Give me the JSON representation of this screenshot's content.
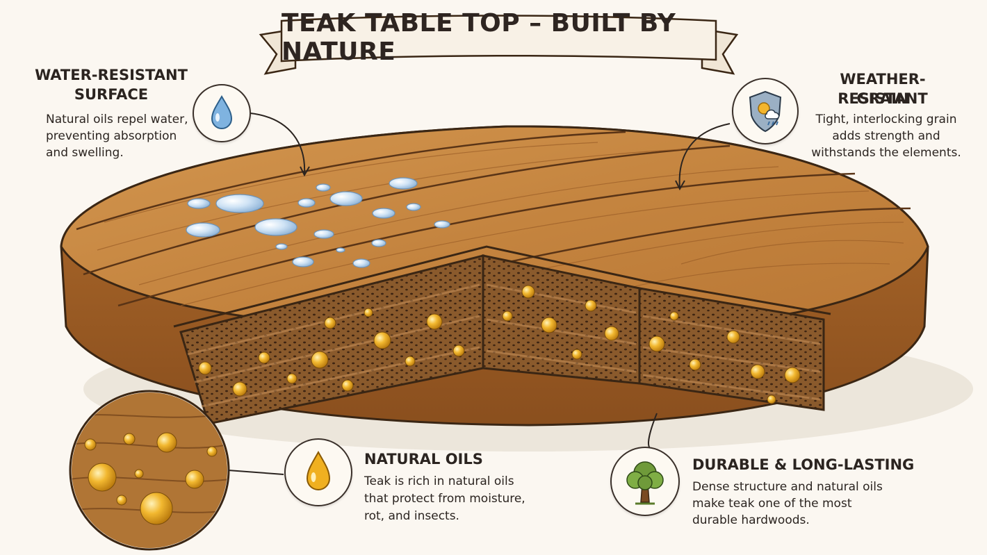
{
  "title": "TEAK TABLE TOP – BUILT BY NATURE",
  "callouts": {
    "water": {
      "title_line1": "WATER-RESISTANT",
      "title_line2": "SURFACE",
      "body_line1": "Natural oils repel water,",
      "body_line2": "preventing absorption",
      "body_line3": "and swelling.",
      "icon": "water-drop-icon"
    },
    "weather": {
      "title_line1": "WEATHER-RESISTANT",
      "title_line2": "GRAIN",
      "body_line1": "Tight, interlocking grain",
      "body_line2": "adds strength and",
      "body_line3": "withstands the elements.",
      "icon": "weather-shield-icon"
    },
    "oils": {
      "title": "NATURAL OILS",
      "body_line1": "Teak is rich in natural oils",
      "body_line2": "that protect from moisture,",
      "body_line3": "rot, and insects.",
      "icon": "oil-drop-icon"
    },
    "durable": {
      "title": "DURABLE & LONG-LASTING",
      "body_line1": "Dense structure and natural oils",
      "body_line2": "make teak one of the most",
      "body_line3": "durable hardwoods.",
      "icon": "tree-icon"
    }
  },
  "colors": {
    "background": "#fbf7f1",
    "wood_light": "#c98a45",
    "wood_mid": "#a8662b",
    "wood_dark": "#6e3f19",
    "outline": "#3a2614",
    "water": "#a9c9e6",
    "oil": "#e3a21c"
  }
}
